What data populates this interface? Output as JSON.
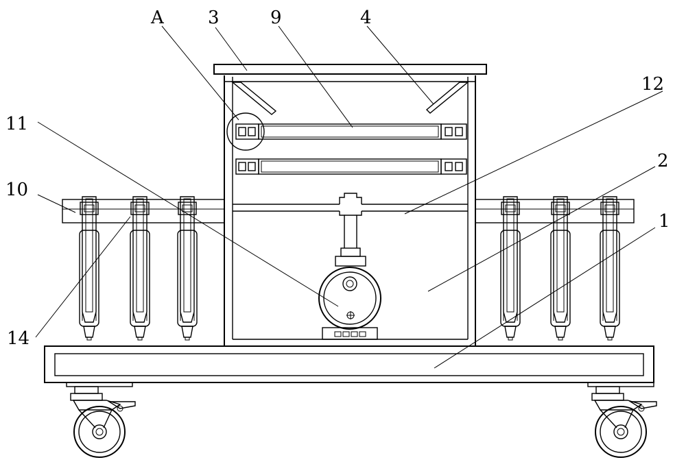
{
  "labels": {
    "A": "A",
    "n3": "3",
    "n9": "9",
    "n4": "4",
    "n12": "12",
    "n11": "11",
    "n2": "2",
    "n10": "10",
    "n1": "1",
    "n14": "14"
  }
}
